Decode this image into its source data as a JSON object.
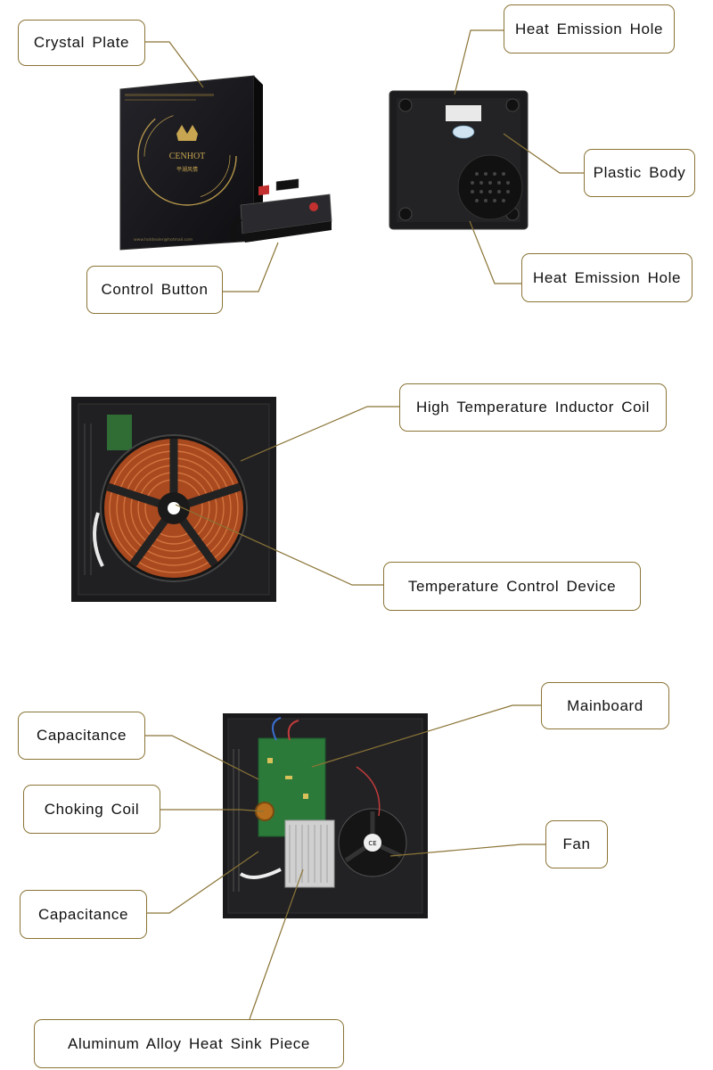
{
  "colors": {
    "accent": "#8a7436",
    "background": "#ffffff",
    "panel_dark": "#1b1b1d",
    "copper": "#b4542a"
  },
  "section1": {
    "labels": {
      "crystal_plate": "Crystal Plate",
      "heat_emission_hole_top": "Heat Emission Hole",
      "plastic_body": "Plastic Body",
      "heat_emission_hole_bottom": "Heat Emission Hole",
      "control_button": "Control Button"
    },
    "product": {
      "brand": "CENHOT",
      "brand_cn": "平湖风情",
      "url": "www.hotdealer@hotmail.com"
    }
  },
  "section2": {
    "labels": {
      "high_temp_inductor_coil": "High Temperature Inductor Coil",
      "temperature_control_device": "Temperature Control Device"
    }
  },
  "section3": {
    "labels": {
      "mainboard": "Mainboard",
      "capacitance_top": "Capacitance",
      "choking_coil": "Choking Coil",
      "fan": "Fan",
      "capacitance_bottom": "Capacitance",
      "aluminum_heat_sink": "Aluminum Alloy Heat Sink Piece"
    }
  }
}
